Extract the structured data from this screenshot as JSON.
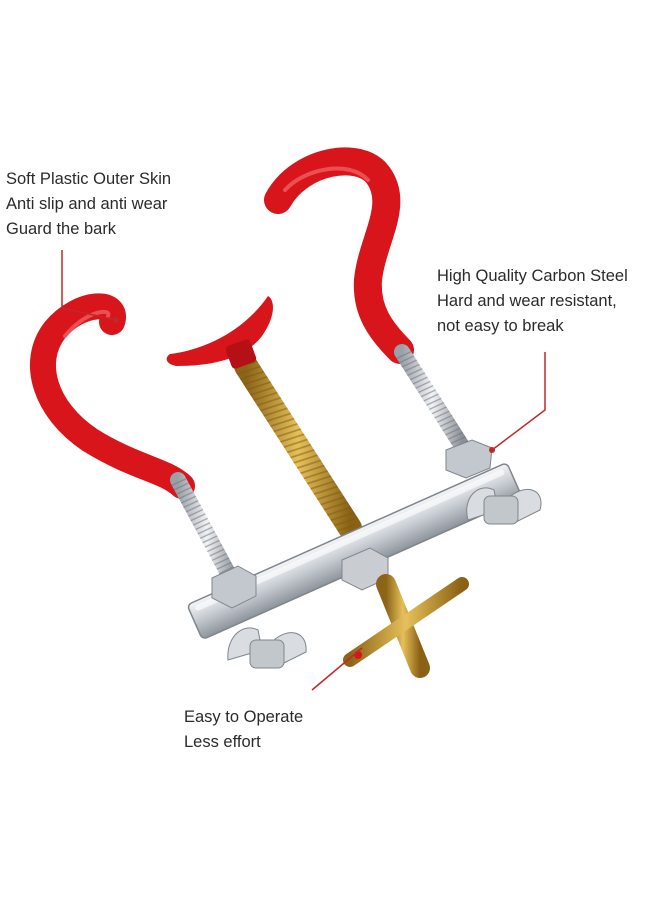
{
  "annotations": {
    "outer_skin": {
      "lines": [
        "Soft Plastic Outer Skin",
        "Anti slip and anti wear",
        "Guard the bark"
      ]
    },
    "carbon_steel": {
      "lines": [
        "High Quality Carbon Steel",
        "Hard and wear resistant,",
        "not easy to break"
      ]
    },
    "operate": {
      "lines": [
        "Easy to Operate",
        "Less effort"
      ]
    }
  },
  "colors": {
    "background": "#ffffff",
    "hook_red": "#d8151b",
    "steel": "#cfd3d8",
    "brass": "#c99a2e",
    "callout_line": "#c0282a",
    "text": "#2b2b2b"
  }
}
